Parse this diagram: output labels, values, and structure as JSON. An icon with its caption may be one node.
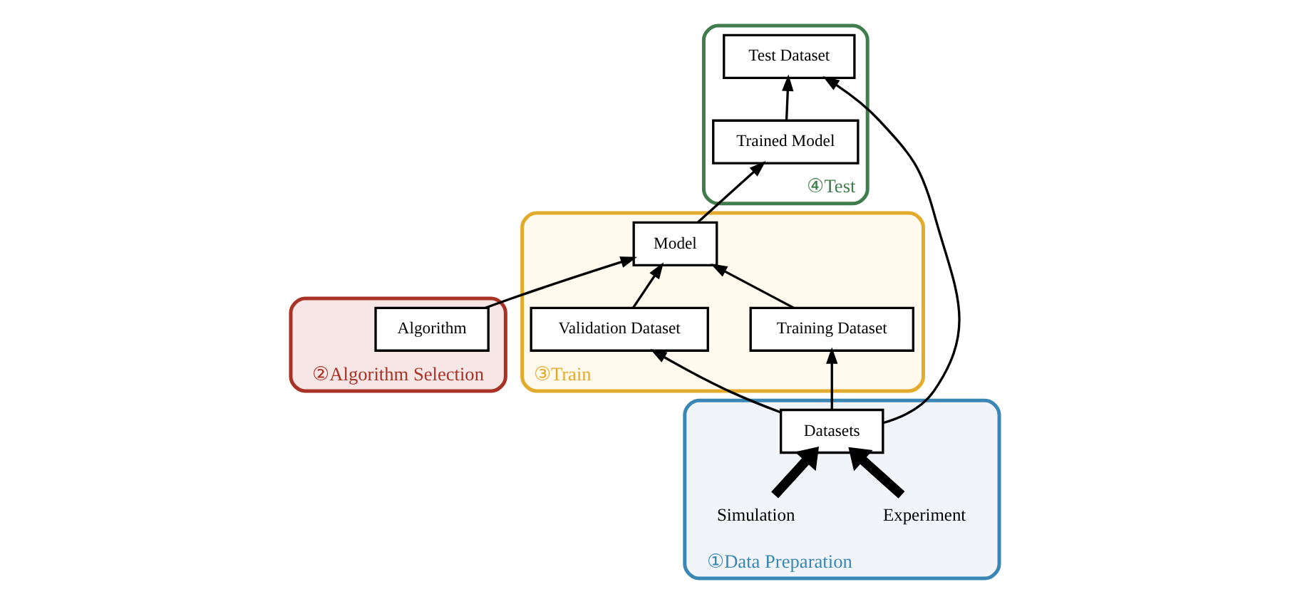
{
  "diagram": {
    "nodes": [
      {
        "text": [
          "②Algorithm Selection"
        ]
      },
      {
        "text": [
          "Algorithm"
        ],
        "in": 0
      },
      {
        "text": [
          "③Train"
        ]
      },
      {
        "text": [
          "Model"
        ],
        "in": 2
      },
      {
        "text": [
          "Training Dataset"
        ],
        "in": 2
      },
      {
        "text": [
          "Validation Dataset"
        ],
        "in": 2
      },
      {
        "text": [
          "④Test"
        ]
      },
      {
        "text": [
          "Trained Model"
        ],
        "in": 6
      },
      {
        "text": [
          "Test Dataset"
        ],
        "in": 6
      },
      {
        "text": [
          "①Data Preparation"
        ]
      },
      {
        "text": [
          "Datasets"
        ],
        "in": 9
      },
      {
        "text": [
          "Experiment"
        ],
        "in": 9
      },
      {
        "text": [
          "Simulation"
        ],
        "in": 9
      }
    ],
    "edges": [
      {
        "from": 1,
        "to": 3,
        "arrow": "to"
      },
      {
        "from": 4,
        "to": 3,
        "arrow": "to"
      },
      {
        "from": 5,
        "to": 3,
        "arrow": "to"
      },
      {
        "from": 3,
        "to": 7,
        "arrow": "to"
      },
      {
        "from": 7,
        "to": 8,
        "arrow": "to"
      },
      {
        "from": 10,
        "to": 4,
        "arrow": "to"
      },
      {
        "from": 10,
        "to": 5,
        "arrow": "to"
      },
      {
        "from": 10,
        "to": 8,
        "arrow": "to"
      },
      {
        "from": 11,
        "to": 10,
        "arrow": "to",
        "style": "thick"
      },
      {
        "from": 12,
        "to": 10,
        "arrow": "to",
        "style": "thick"
      }
    ]
  }
}
